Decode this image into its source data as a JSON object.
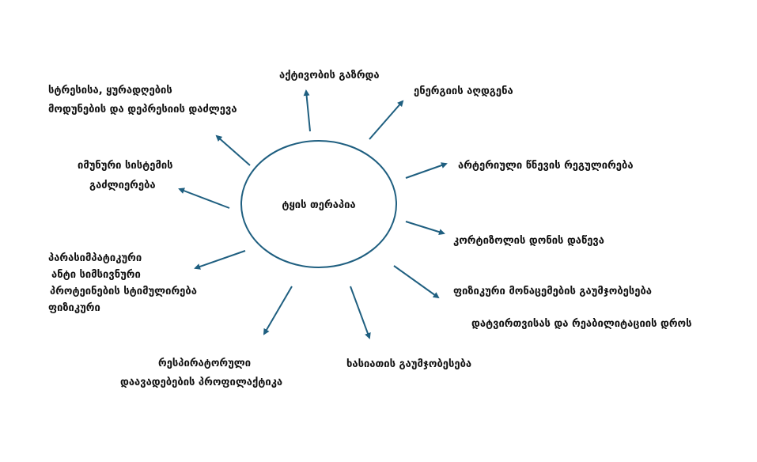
{
  "colors": {
    "accent": "#1f5f80",
    "text": "#111111",
    "background": "#ffffff"
  },
  "center": "ტყის თერაპია",
  "benefits": {
    "activity": "აქტივობის გაზრდა",
    "energy": "ენერგიის აღდგენა",
    "blood_pressure": "არტერიული წნევის რეგულირება",
    "cortisol": "კორტიზოლის დონის დაწევა",
    "physical_1": "ფიზიკური მონაცემების გაუმჯობესება",
    "physical_2": "დატვირთვისას და რეაბილიტაციის დროს",
    "mood": "ხასიათის გაუმჯობესება",
    "respiratory_1": "რესპირატორული",
    "respiratory_2": "დაავადებების პროფილაქტიკა",
    "parasympathetic_1": "პარასიმპატიკური",
    "parasympathetic_2": "ანტი სიმსივნური",
    "parasympathetic_3": "პროტეინების სტიმულირება",
    "parasympathetic_4": "ფიზიკური",
    "immune_1": "იმუნური სისტემის",
    "immune_2": "გაძლიერება",
    "stress_1": "სტრესისა, ყურადღების",
    "stress_2": "მოდუნების და დეპრესიის დაძლევა"
  }
}
